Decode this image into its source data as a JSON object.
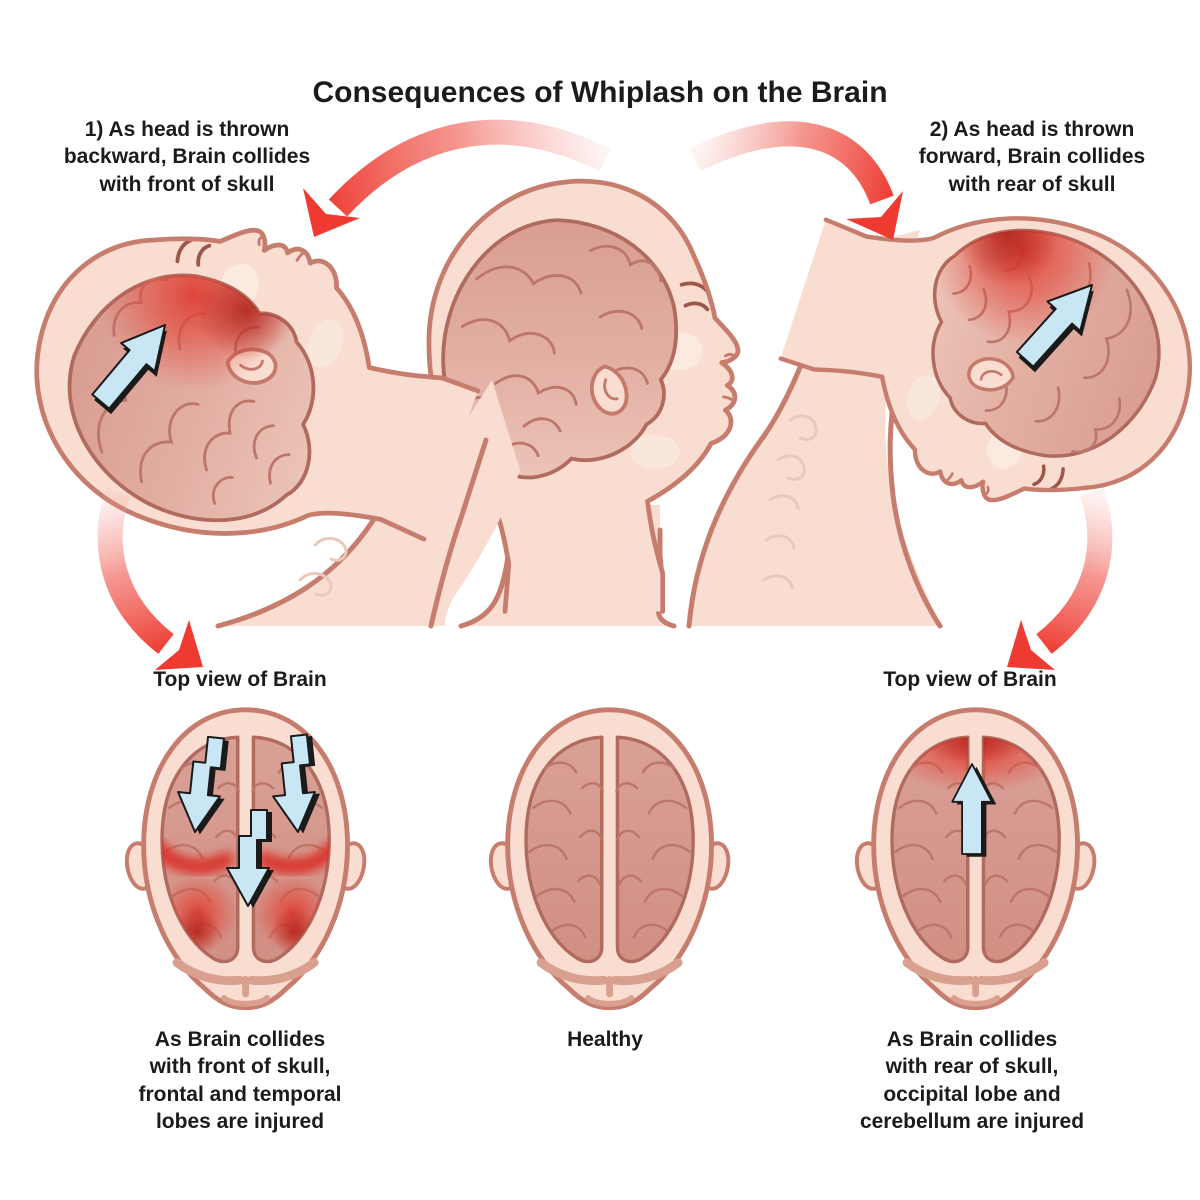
{
  "title": "Consequences of Whiplash on the Brain",
  "annotations": {
    "step1_lines": [
      "1) As head is thrown",
      "backward, Brain collides",
      "with front of skull"
    ],
    "step2_lines": [
      "2) As head is thrown",
      "forward, Brain collides",
      "with rear of skull"
    ],
    "top_view_left": "Top view of Brain",
    "top_view_right": "Top view of Brain",
    "caption_left_lines": [
      "As Brain collides",
      "with front of skull,",
      "frontal and temporal",
      "lobes are injured"
    ],
    "caption_center": "Healthy",
    "caption_right_lines": [
      "As Brain collides",
      "with rear of skull,",
      "occipital lobe and",
      "cerebellum are injured"
    ]
  },
  "colors": {
    "background": "#ffffff",
    "skin": "#f9ddd1",
    "skin_outline": "#c67d6d",
    "brain_light": "#ecc3b7",
    "brain_dark": "#d99d92",
    "brain_outline": "#b06a5e",
    "injury_red": "#e2372e",
    "injury_deep_red": "#b3261e",
    "motion_arrow_red": "#ee3a30",
    "impact_arrow_blue": "#c8e6f4",
    "text": "#1b1b1b"
  },
  "icons": {
    "motion_arrow": "red-curved-motion-arrow",
    "impact_arrow": "blue-impact-arrow",
    "impact_bolt": "blue-lightning-impact-arrow"
  }
}
